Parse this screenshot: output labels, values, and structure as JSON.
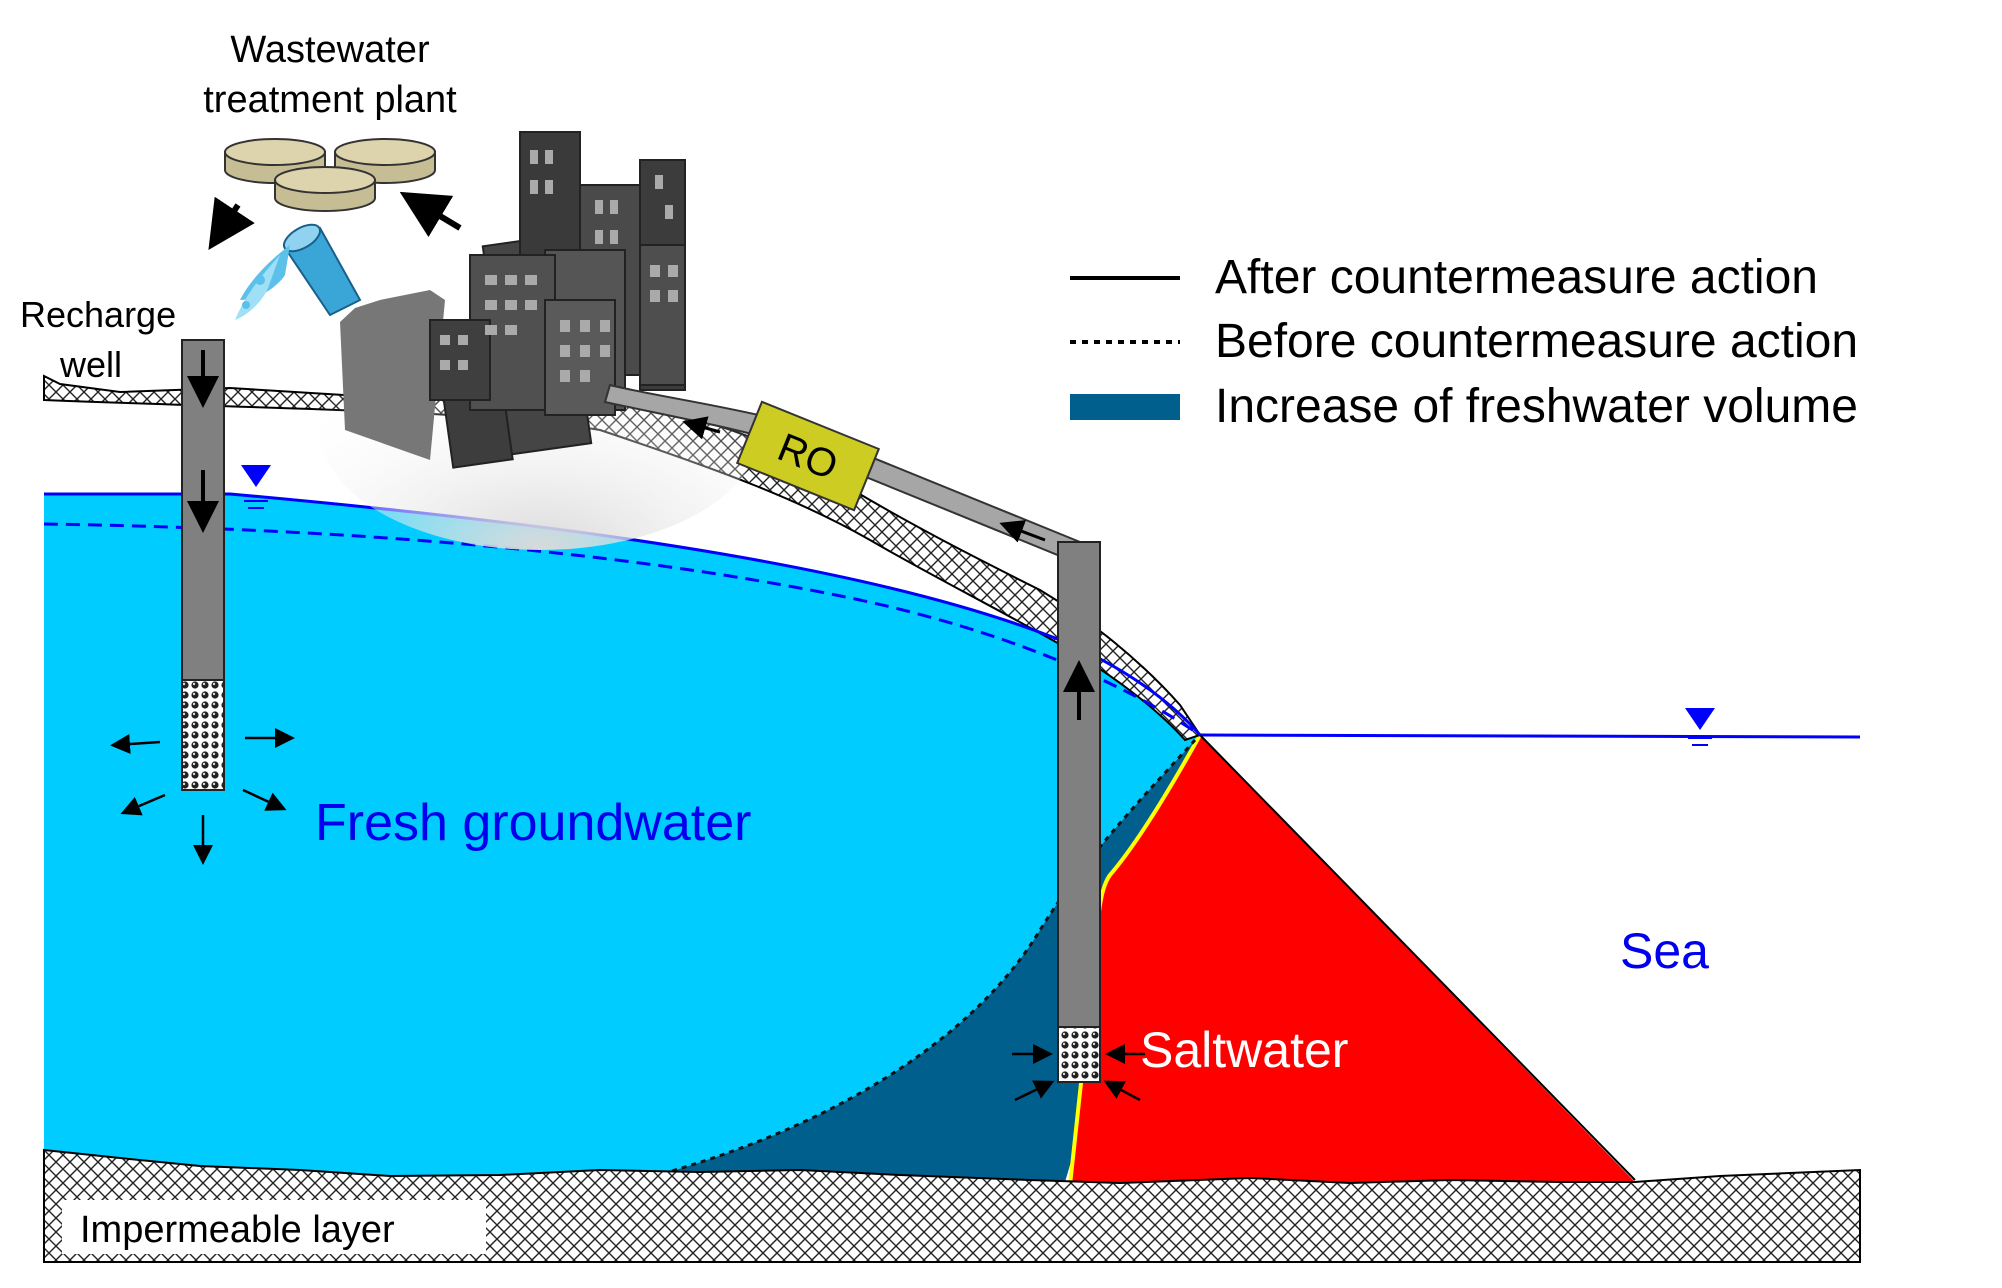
{
  "labels": {
    "plant_line1": "Wastewater",
    "plant_line2": "treatment plant",
    "well_line1": "Recharge",
    "well_line2": "well",
    "ro": "RO",
    "fresh": "Fresh groundwater",
    "salt": "Saltwater",
    "sea": "Sea",
    "impermeable": "Impermeable layer"
  },
  "legend": [
    {
      "style": "solid",
      "label": "After countermeasure action"
    },
    {
      "style": "dotted",
      "label": "Before countermeasure action"
    },
    {
      "style": "block",
      "label": "Increase of freshwater volume"
    }
  ],
  "colors": {
    "fresh": "#00ccff",
    "increase": "#005f8c",
    "salt": "#ff0000",
    "interface": "#ffff00",
    "water_line": "#0000ff",
    "text_blue": "#0000ee",
    "ro_box": "#cccc22",
    "pipe": "#808080"
  },
  "icons": [
    "clarifier-tank-icon",
    "water-bucket-icon",
    "city-buildings-icon",
    "water-level-marker-icon"
  ]
}
